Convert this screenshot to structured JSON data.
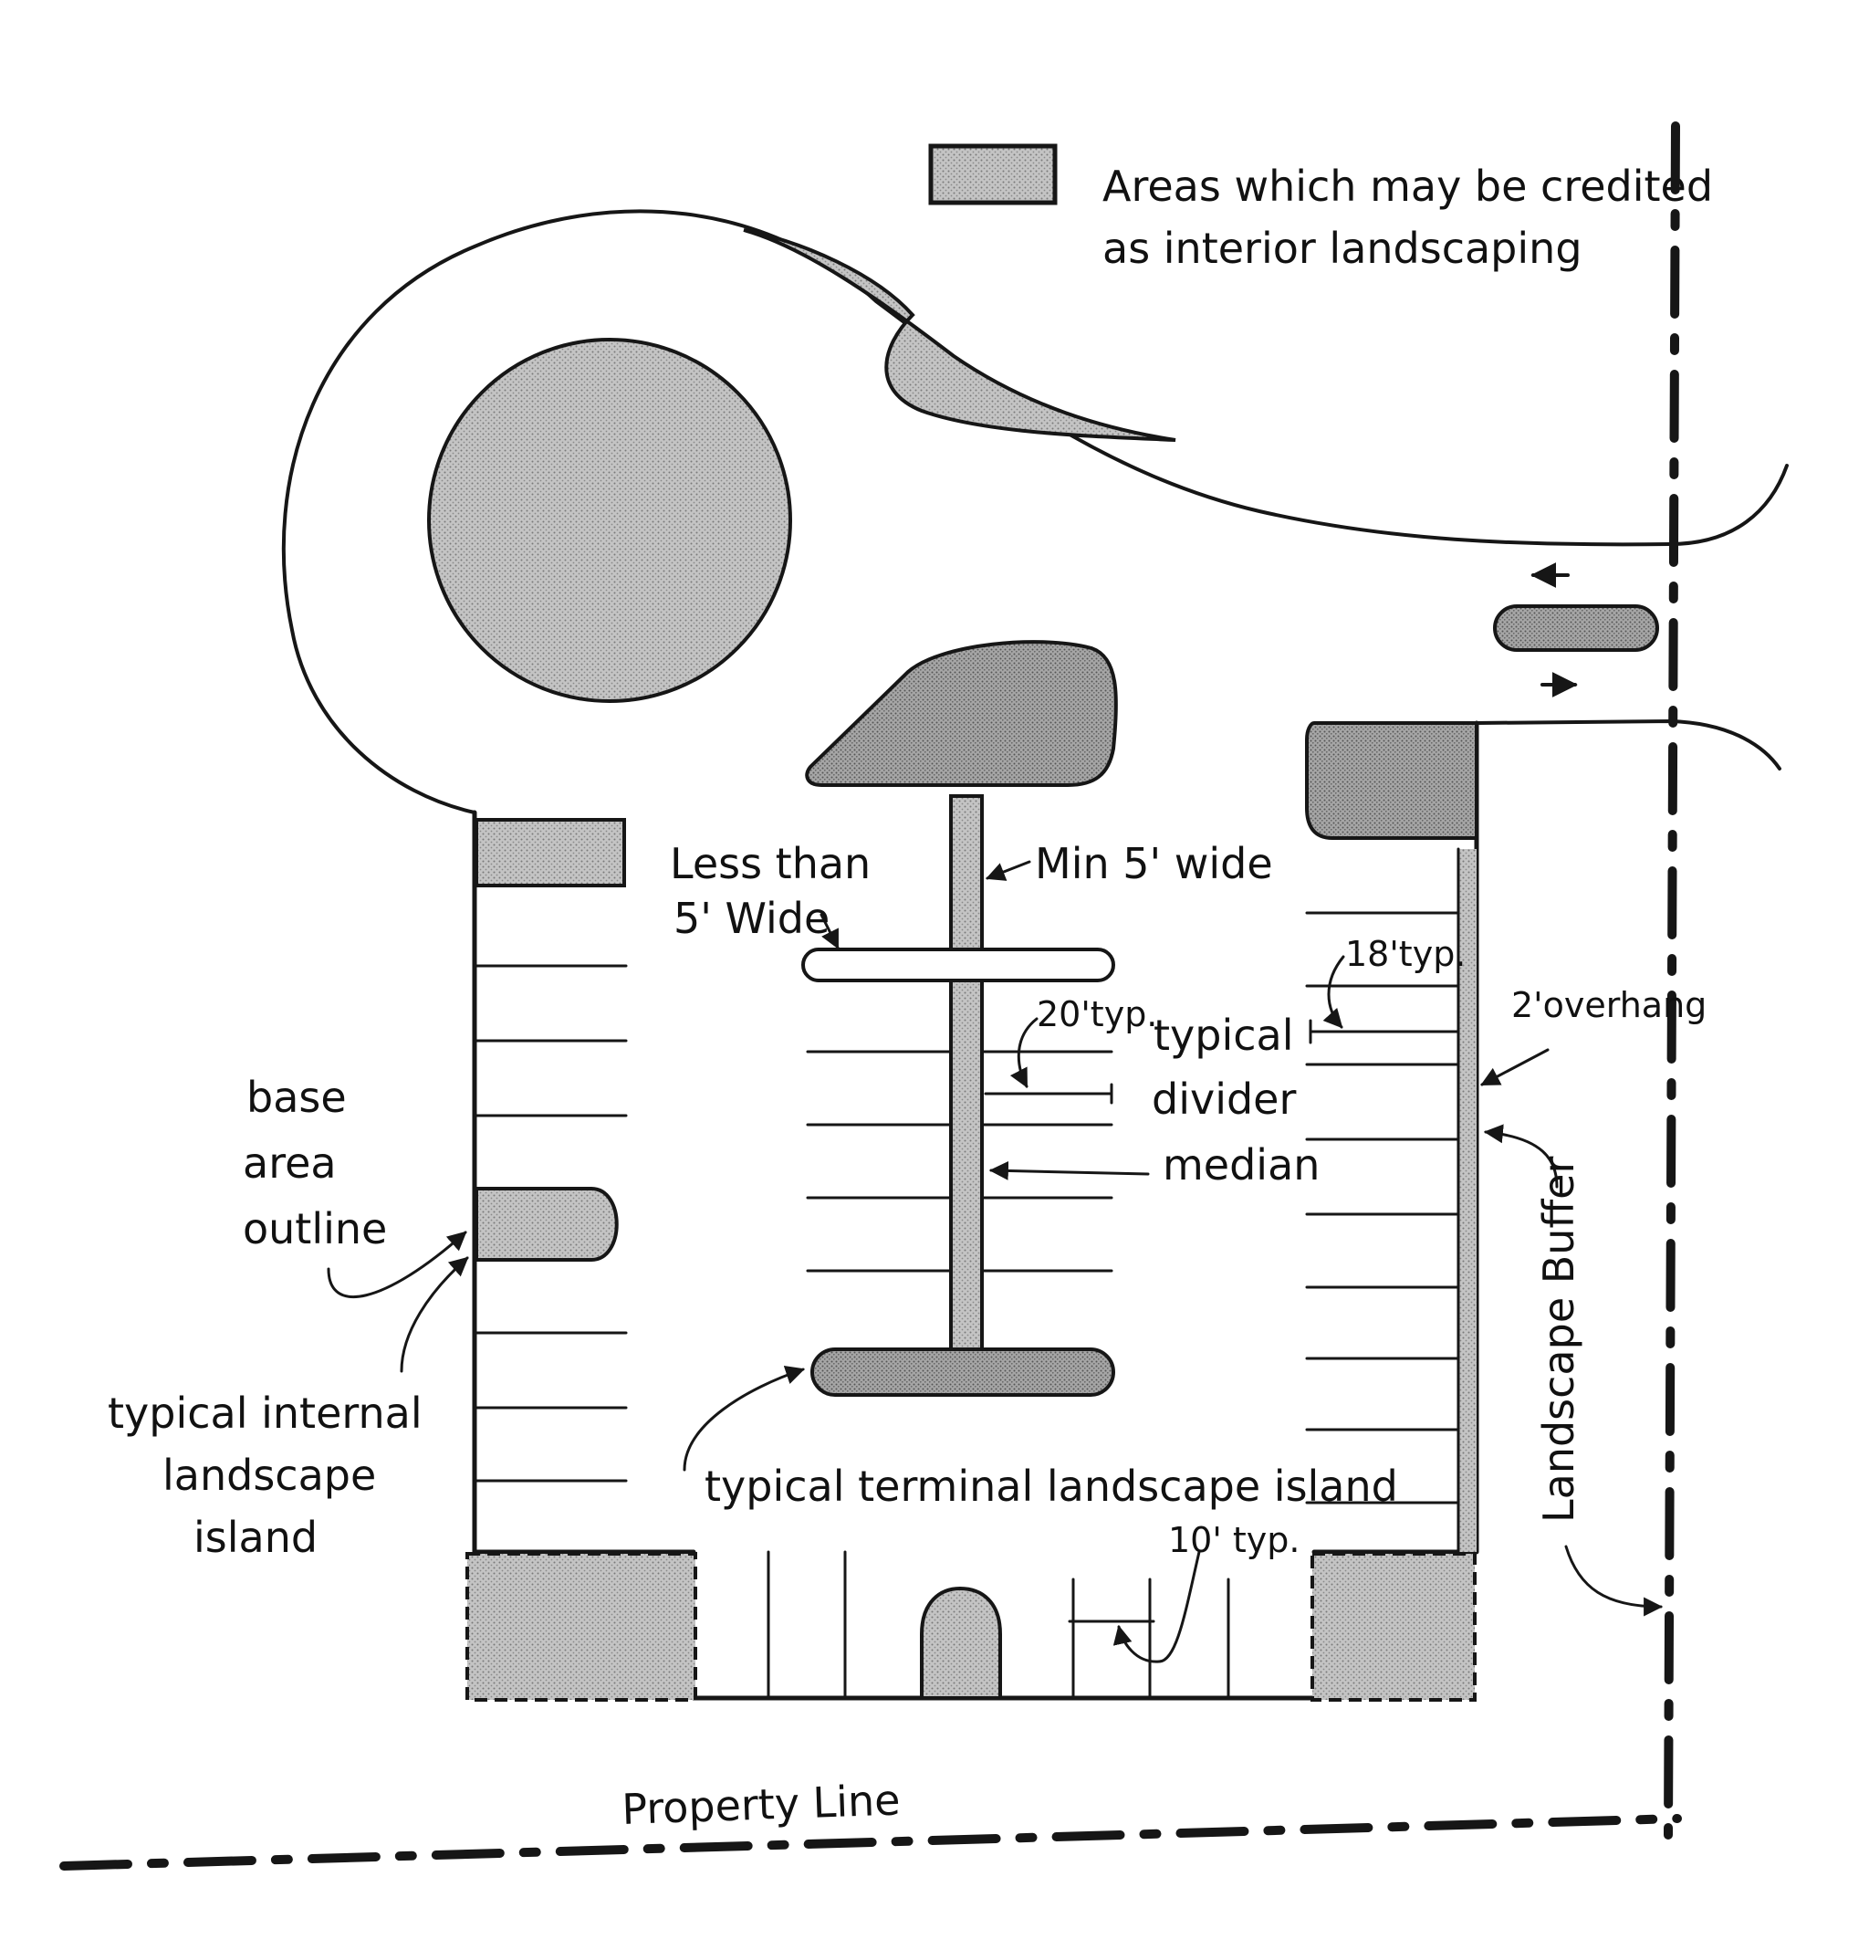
{
  "colors": {
    "ink": "#161616",
    "shade_light": "#c9c9c9",
    "shade_mid": "#b4b4b4",
    "shade_dark": "#9a9a9a",
    "paper": "#ffffff"
  },
  "legend": {
    "text_line1": "Areas which may be credited",
    "text_line2": "as interior landscaping"
  },
  "labels": {
    "less_than_line1": "Less than",
    "less_than_line2": "5' Wide",
    "min_width": "Min 5' wide",
    "typ_18": "18'typ.",
    "overhang": "2'overhang",
    "typ_20": "20'typ.",
    "divider_line1": "typical",
    "divider_line2": "divider",
    "divider_line3": "median",
    "base_line1": "base",
    "base_line2": "area",
    "base_line3": "outline",
    "internal_line1": "typical internal",
    "internal_line2": "landscape",
    "internal_line3": "island",
    "terminal": "typical terminal landscape island",
    "typ_10": "10' typ.",
    "buffer": "Landscape Buffer",
    "property_line": "Property Line"
  }
}
